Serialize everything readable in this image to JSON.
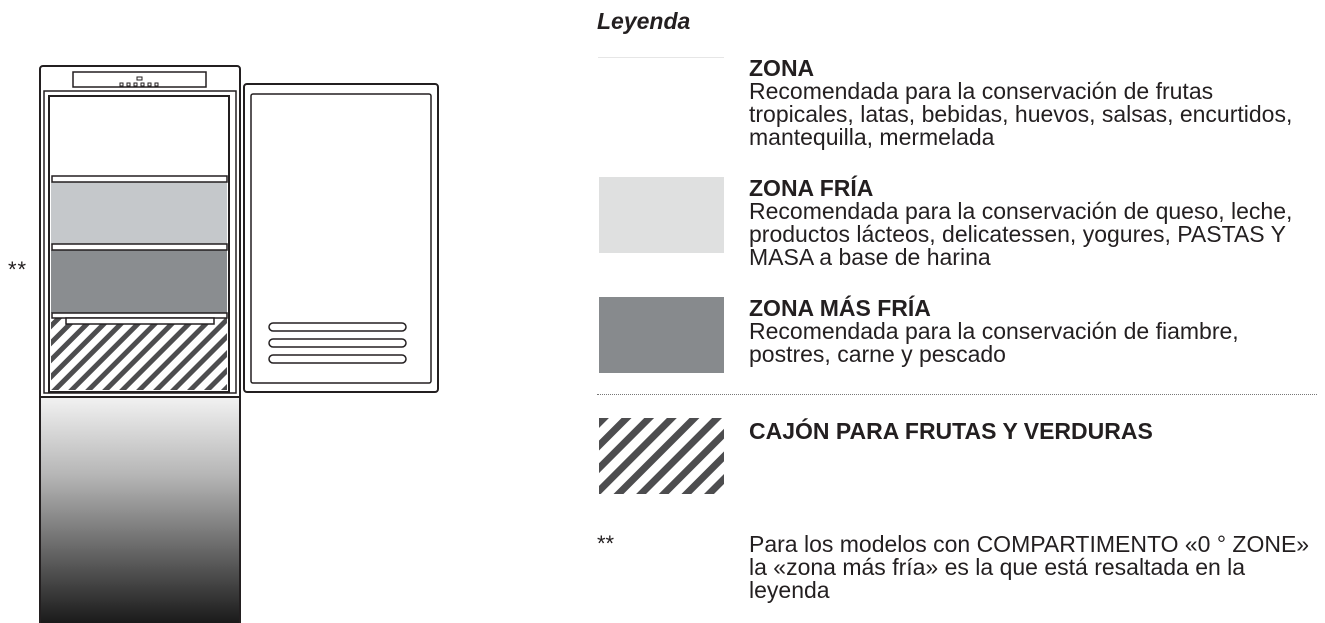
{
  "fridge_marker": "**",
  "legend": {
    "title": "Leyenda",
    "items": [
      {
        "title": "ZONA",
        "description": "Recomendada para la conservación de frutas tropicales, latas, bebidas, huevos, salsas, encurtidos, mantequilla, mermelada",
        "swatch_color": "#ffffff"
      },
      {
        "title": "ZONA FRÍA",
        "description": "Recomendada para la conservación de queso, leche, productos lácteos, delicatessen, yogures, PASTAS Y MASA a base de harina",
        "swatch_color": "#dfe0e0"
      },
      {
        "title": "ZONA MÁS FRÍA",
        "description": "Recomendada para la conservación de fiambre, postres, carne y pescado",
        "swatch_color": "#878a8d"
      },
      {
        "title": "CAJÓN PARA FRUTAS Y VERDURAS",
        "swatch_pattern": "diagonal-stripes"
      }
    ],
    "note": {
      "mark": "**",
      "text": "Para los modelos con COMPARTIMENTO «0 ° ZONE» la «zona más fría» es la que está resaltada en la leyenda"
    }
  }
}
